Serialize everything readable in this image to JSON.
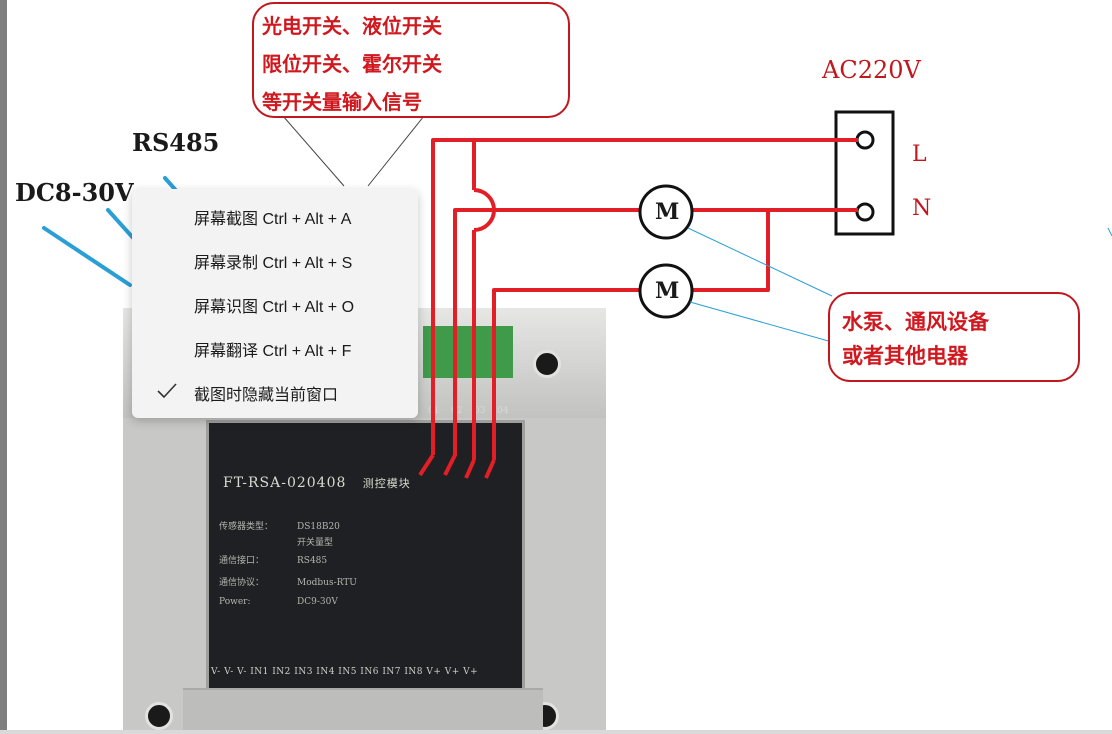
{
  "diagram": {
    "input_bubble": {
      "lines": [
        "光电开关、液位开关",
        "限位开关、霍尔开关",
        "等开关量输入信号"
      ]
    },
    "label_rs485": "RS485",
    "label_dc": "DC8-30V",
    "label_ac": "AC220V",
    "label_l": "L",
    "label_n": "N",
    "motor_top": "M",
    "motor_bottom": "M",
    "load_bubble": {
      "lines": [
        "水泵、通风设备",
        "或者其他电器"
      ]
    },
    "module": {
      "title": "FT-RSA-020408",
      "title_cn": "测控模块",
      "rows": [
        {
          "k": "传感器类型：",
          "v": "DS18B20"
        },
        {
          "k": "",
          "v": "开关量型"
        },
        {
          "k": "通信接口：",
          "v": "RS485"
        },
        {
          "k": "通信协议：",
          "v": "Modbus-RTU"
        },
        {
          "k": "Power:",
          "v": "DC9-30V"
        }
      ],
      "pins": "V-  V-  V-  IN1 IN2 IN3 IN4 IN5 IN6 IN7 IN8 V+  V+  V+",
      "out_labels": [
        "01",
        "02",
        "03",
        "04"
      ]
    }
  },
  "context_menu": {
    "items": [
      {
        "label": "屏幕截图 Ctrl + Alt + A",
        "checked": false
      },
      {
        "label": "屏幕录制 Ctrl + Alt + S",
        "checked": false
      },
      {
        "label": "屏幕识图 Ctrl + Alt + O",
        "checked": false
      },
      {
        "label": "屏幕翻译 Ctrl + Alt + F",
        "checked": false
      },
      {
        "label": "截图时隐藏当前窗口",
        "checked": true
      }
    ]
  },
  "colors": {
    "wire_red": "#e21f26",
    "bubble_red": "#c0181f",
    "line_blue": "#2a9fd6",
    "menu_bg": "#f3f3f3"
  }
}
